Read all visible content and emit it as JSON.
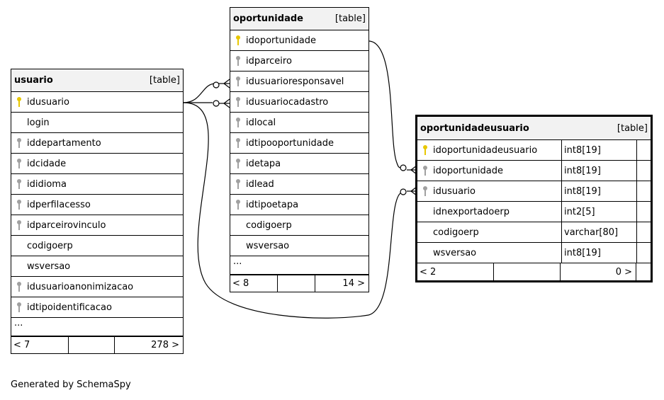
{
  "tables": {
    "usuario": {
      "name": "usuario",
      "kind": "[table]",
      "columns": [
        {
          "name": "idusuario",
          "icon": "primary-key"
        },
        {
          "name": "login",
          "icon": "none"
        },
        {
          "name": "iddepartamento",
          "icon": "foreign-key"
        },
        {
          "name": "idcidade",
          "icon": "foreign-key"
        },
        {
          "name": "ididioma",
          "icon": "foreign-key"
        },
        {
          "name": "idperfilacesso",
          "icon": "foreign-key"
        },
        {
          "name": "idparceirovinculo",
          "icon": "foreign-key"
        },
        {
          "name": "codigoerp",
          "icon": "none"
        },
        {
          "name": "wsversao",
          "icon": "none"
        },
        {
          "name": "idusuarioanonimizacao",
          "icon": "foreign-key"
        },
        {
          "name": "idtipoidentificacao",
          "icon": "foreign-key"
        }
      ],
      "more": "...",
      "footer_left": "< 7",
      "footer_right": "278 >"
    },
    "oportunidade": {
      "name": "oportunidade",
      "kind": "[table]",
      "columns": [
        {
          "name": "idoportunidade",
          "icon": "primary-key"
        },
        {
          "name": "idparceiro",
          "icon": "foreign-key"
        },
        {
          "name": "idusuarioresponsavel",
          "icon": "foreign-key"
        },
        {
          "name": "idusuariocadastro",
          "icon": "foreign-key"
        },
        {
          "name": "idlocal",
          "icon": "foreign-key"
        },
        {
          "name": "idtipooportunidade",
          "icon": "foreign-key"
        },
        {
          "name": "idetapa",
          "icon": "foreign-key"
        },
        {
          "name": "idlead",
          "icon": "foreign-key"
        },
        {
          "name": "idtipoetapa",
          "icon": "foreign-key"
        },
        {
          "name": "codigoerp",
          "icon": "none"
        },
        {
          "name": "wsversao",
          "icon": "none"
        }
      ],
      "more": "...",
      "footer_left": "< 8",
      "footer_right": "14 >"
    },
    "oportunidadeusuario": {
      "name": "oportunidadeusuario",
      "kind": "[table]",
      "columns": [
        {
          "name": "idoportunidadeusuario",
          "type": "int8[19]",
          "icon": "primary-key"
        },
        {
          "name": "idoportunidade",
          "type": "int8[19]",
          "icon": "foreign-key"
        },
        {
          "name": "idusuario",
          "type": "int8[19]",
          "icon": "foreign-key"
        },
        {
          "name": "idnexportadoerp",
          "type": "int2[5]",
          "icon": "none"
        },
        {
          "name": "codigoerp",
          "type": "varchar[80]",
          "icon": "none"
        },
        {
          "name": "wsversao",
          "type": "int8[19]",
          "icon": "none"
        }
      ],
      "footer_left": "< 2",
      "footer_right": "0 >"
    }
  },
  "colors": {
    "primary_key": "#e8c700",
    "foreign_key": "#a0a0a0",
    "header_bg": "#f2f2f2",
    "line": "#000000"
  },
  "footer": "Generated by SchemaSpy"
}
